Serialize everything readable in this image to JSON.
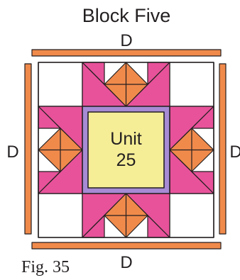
{
  "title": "Block Five",
  "labels": {
    "top": "D",
    "left": "D",
    "right": "D",
    "bottom": "D"
  },
  "center": {
    "line1": "Unit",
    "line2": "25"
  },
  "figure_caption": "Fig. 35",
  "colors": {
    "border_strip": "#f08a4b",
    "star_point": "#e8529a",
    "diamond": "#f08a4b",
    "sashing": "#a78bd4",
    "center": "#f5ee97",
    "background": "#ffffff",
    "outline": "#231f20"
  }
}
